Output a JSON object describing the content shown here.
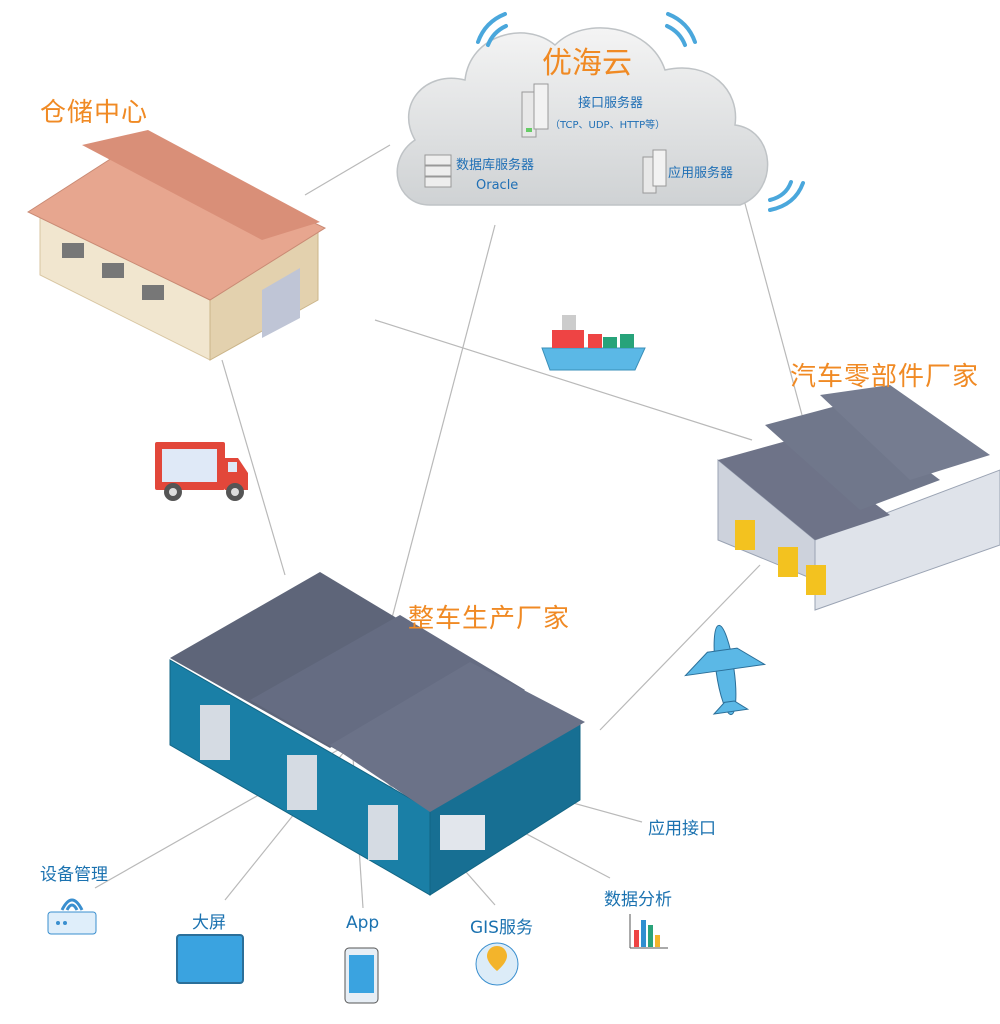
{
  "cloud": {
    "title": "优海云",
    "interface_server": "接口服务器",
    "protocols": "（TCP、UDP、HTTP等）",
    "db_server": "数据库服务器",
    "db_name": "Oracle",
    "app_server": "应用服务器"
  },
  "sites": {
    "warehouse": "仓储中心",
    "parts_factory": "汽车零部件厂家",
    "car_factory": "整车生产厂家"
  },
  "services": {
    "device_mgmt": "设备管理",
    "big_screen": "大屏",
    "app": "App",
    "gis": "GIS服务",
    "data_analysis": "数据分析",
    "app_interface": "应用接口"
  },
  "colors": {
    "accent_orange": "#f08a24",
    "service_blue": "#1b72b0",
    "factory_teal": "#1a7fa6",
    "truck_red": "#e2473a",
    "plane_blue": "#5bb8e6"
  }
}
